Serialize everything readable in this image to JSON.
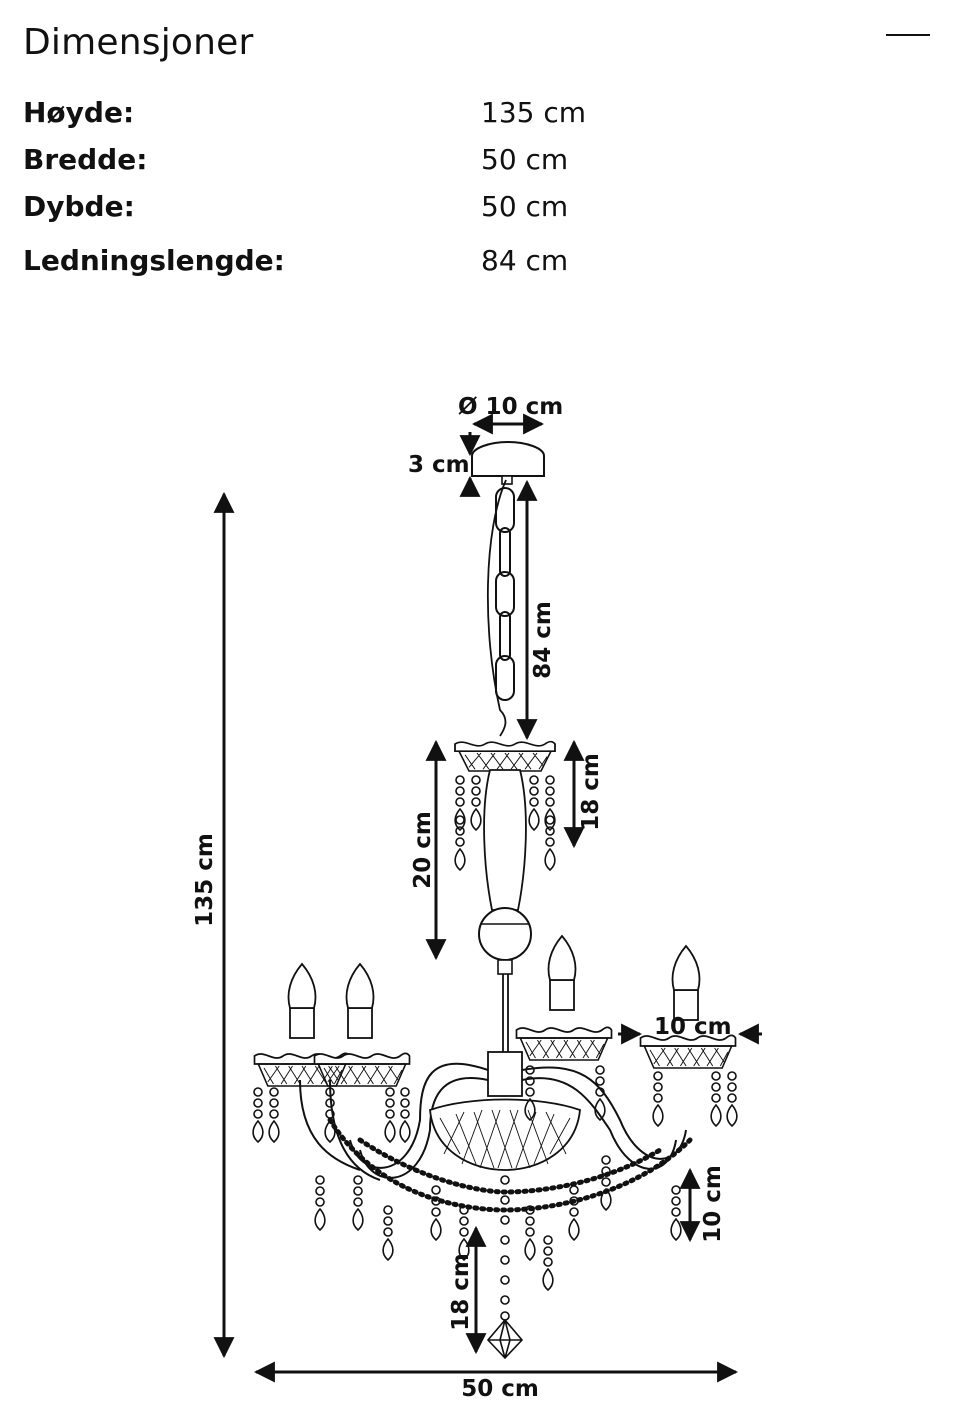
{
  "section": {
    "title": "Dimensjoner",
    "collapse_icon": "minus-icon"
  },
  "specs": [
    {
      "label": "Høyde:",
      "value": "135 cm"
    },
    {
      "label": "Bredde:",
      "value": "50 cm"
    },
    {
      "label": "Dybde:",
      "value": "50 cm"
    },
    {
      "label": "Ledningslengde:",
      "value": "84 cm"
    }
  ],
  "diagram": {
    "subject": "chandelier-line-drawing",
    "labels": {
      "canopy_diameter": "Ø 10 cm",
      "canopy_height": "3 cm",
      "chain_length": "84 cm",
      "column_height": "20 cm",
      "top_crown_height": "18 cm",
      "total_height": "135 cm",
      "cup_width": "10 cm",
      "side_drop": "10 cm",
      "bottom_drop": "18 cm",
      "total_width": "50 cm"
    }
  }
}
